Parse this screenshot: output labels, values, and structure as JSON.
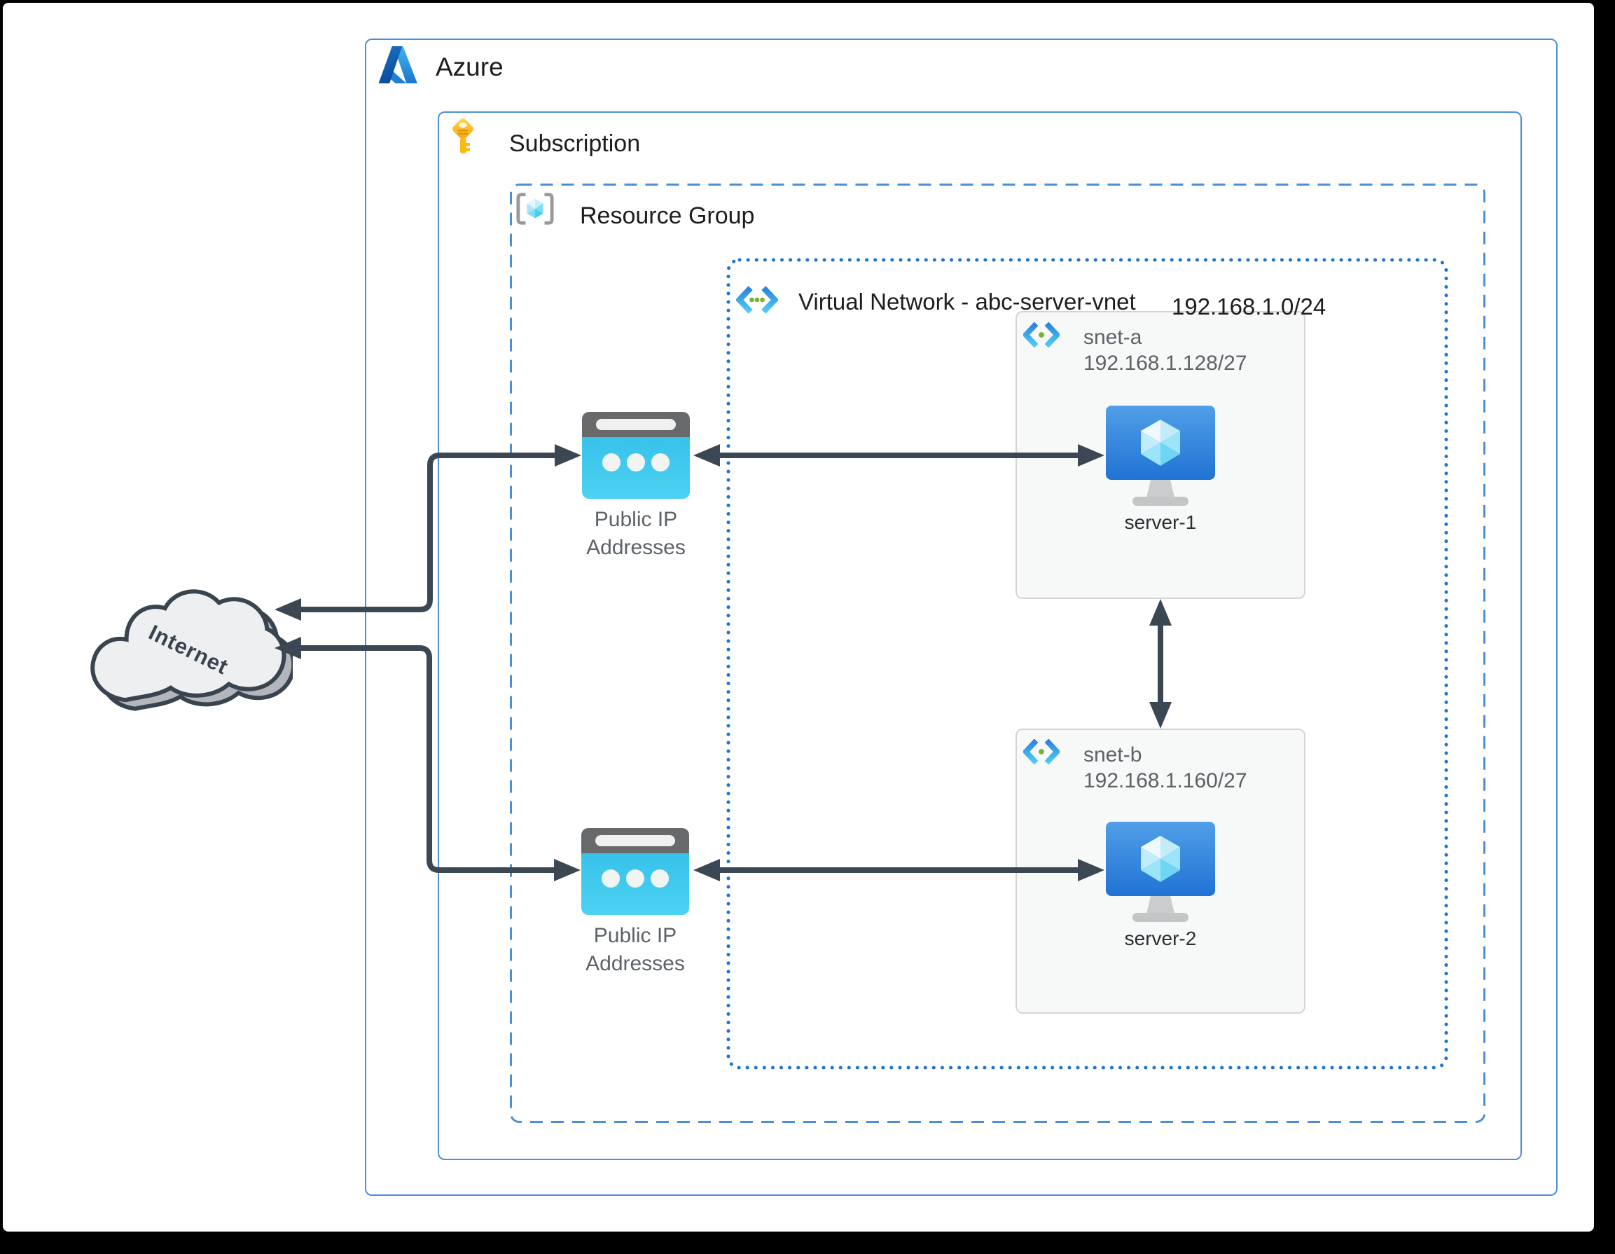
{
  "diagram": {
    "internet": {
      "label": "Internet"
    },
    "azure": {
      "label": "Azure"
    },
    "subscription": {
      "label": "Subscription"
    },
    "resource_group": {
      "label": "Resource Group"
    },
    "virtual_network": {
      "label": "Virtual Network - abc-server-vnet",
      "cidr": "192.168.1.0/24"
    },
    "subnets": [
      {
        "name": "snet-a",
        "cidr": "192.168.1.128/27",
        "server": "server-1"
      },
      {
        "name": "snet-b",
        "cidr": "192.168.1.160/27",
        "server": "server-2"
      }
    ],
    "public_ips": [
      {
        "label_line1": "Public IP",
        "label_line2": "Addresses"
      },
      {
        "label_line1": "Public IP",
        "label_line2": "Addresses"
      }
    ],
    "colors": {
      "frame": "#000000",
      "boundary_blue": "#4a90d9",
      "vnet_dotted_blue": "#1f74cc",
      "arrow_dark": "#3c4754",
      "public_ip_cyan": "#3cc8ee",
      "vm_blue_top": "#4f9fe8",
      "vm_blue_bottom": "#2173d4",
      "subnet_bg": "#f7f8f8",
      "label_gray": "#5d6267",
      "title_dark": "#1d1d1f",
      "key_gold": "#fdb913",
      "dot_green": "#7ab32e",
      "cloud_fill": "#edeff1",
      "cloud_outline": "#39444f"
    },
    "icons": [
      "azure-logo-icon",
      "key-icon",
      "resource-group-icon",
      "vnet-icon",
      "subnet-icon",
      "public-ip-icon",
      "vm-icon",
      "internet-cloud-icon"
    ]
  }
}
